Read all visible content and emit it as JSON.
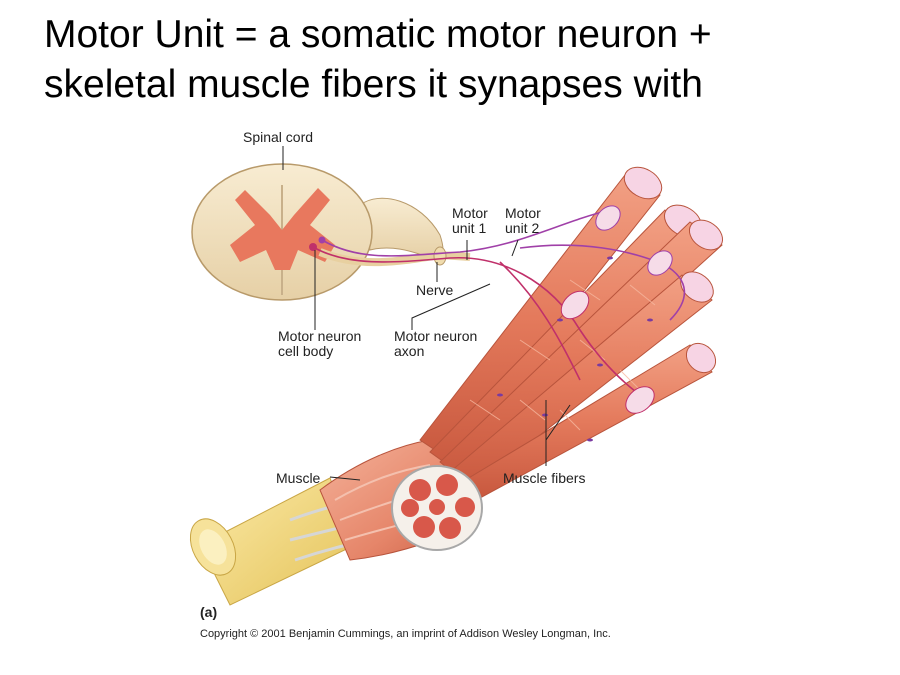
{
  "title": {
    "line1": "Motor Unit = a somatic motor neuron +",
    "line2": "skeletal muscle fibers it synapses with"
  },
  "diagram": {
    "labels": {
      "spinal_cord": "Spinal cord",
      "motor_unit_1_a": "Motor",
      "motor_unit_1_b": "unit 1",
      "motor_unit_2_a": "Motor",
      "motor_unit_2_b": "unit 2",
      "nerve": "Nerve",
      "cell_body_a": "Motor neuron",
      "cell_body_b": "cell body",
      "axon_a": "Motor neuron",
      "axon_b": "axon",
      "muscle": "Muscle",
      "muscle_fibers": "Muscle fibers",
      "panel": "(a)"
    },
    "copyright": "Copyright © 2001 Benjamin Cummings, an imprint of Addison Wesley Longman, Inc.",
    "colors": {
      "spinal_cord_white": "#f3e2c2",
      "gray_matter": "#e8785e",
      "muscle": "#e88a6a",
      "muscle_dark": "#c85a40",
      "unit1_axon": "#c0306a",
      "unit2_axon": "#a040a8",
      "tendon": "#f2d878"
    }
  }
}
